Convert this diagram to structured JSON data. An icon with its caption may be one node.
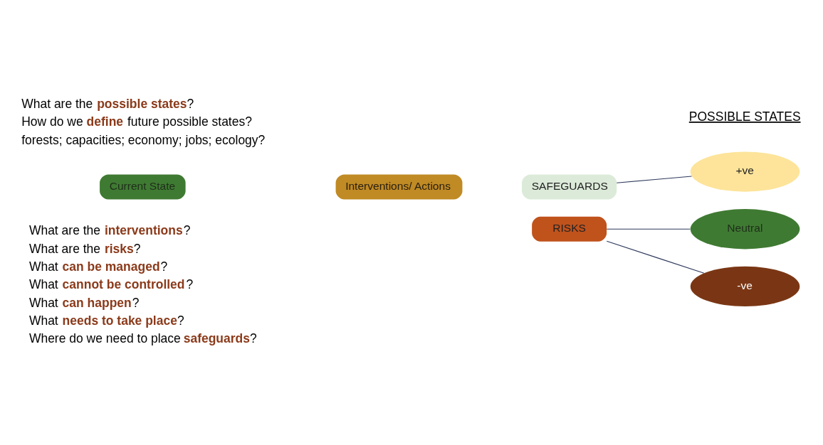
{
  "diagram": {
    "nodes": [
      {
        "text": [
          "Current State"
        ]
      },
      {
        "text": [
          "Interventions/ Actions"
        ]
      },
      {
        "text": [
          "SAFEGUARDS"
        ]
      },
      {
        "text": [
          "RISKS"
        ]
      },
      {
        "text": [
          "+ve"
        ]
      },
      {
        "text": [
          "Neutral"
        ]
      },
      {
        "text": [
          "-ve"
        ]
      }
    ],
    "edges": [
      {
        "from": 2,
        "to": 4,
        "arrow": "none"
      },
      {
        "from": 3,
        "to": 5,
        "arrow": "none"
      },
      {
        "from": 3,
        "to": 6,
        "arrow": "none"
      }
    ],
    "labels": [
      "POSSIBLE STATES",
      "What are the **possible states**?",
      "How do we **define** future possible states?",
      "forests; capacities; economy; jobs; ecology?",
      "What are the **interventions**?",
      "What are the **risks**?",
      "What **can be managed**?",
      "What **cannot be controlled**?",
      "What **can happen**?",
      "What **needs to take place**?",
      "Where do we need to place **safeguards**?"
    ]
  }
}
